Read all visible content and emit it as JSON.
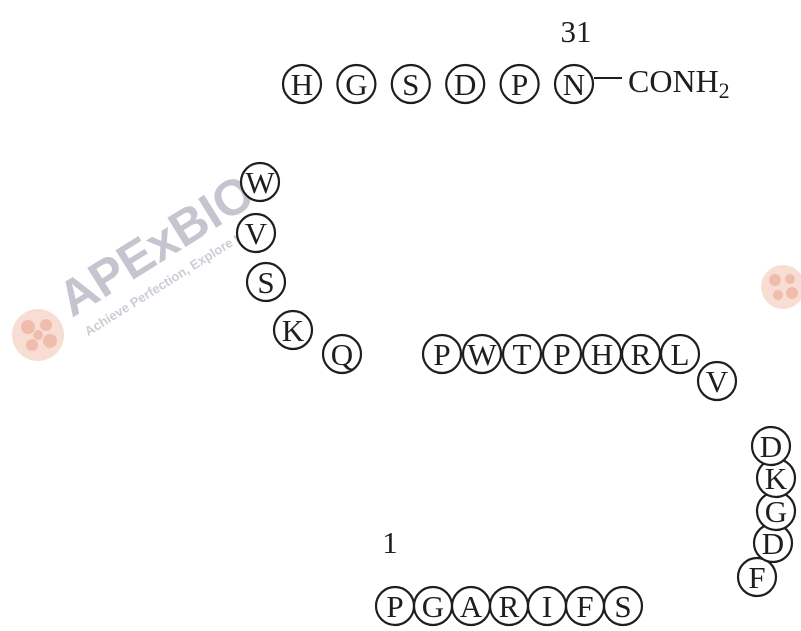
{
  "sequence": [
    "P",
    "G",
    "A",
    "R",
    "I",
    "F",
    "S",
    "F",
    "D",
    "G",
    "K",
    "D",
    "V",
    "L",
    "R",
    "H",
    "P",
    "T",
    "W",
    "P",
    "Q",
    "K",
    "S",
    "V",
    "W",
    "H",
    "G",
    "S",
    "D",
    "P",
    "N"
  ],
  "labels": {
    "start_number": "1",
    "end_number": "31",
    "c_terminus": "CONH",
    "c_terminus_subscript": "2"
  },
  "watermark": {
    "brand": "APExBIO",
    "tagline": "Achieve Perfection, Explore the",
    "color": "#b8b8c4",
    "logo_color": "#f2c0b0"
  },
  "colors": {
    "stroke": "#1e1e1e",
    "background": "#ffffff"
  }
}
